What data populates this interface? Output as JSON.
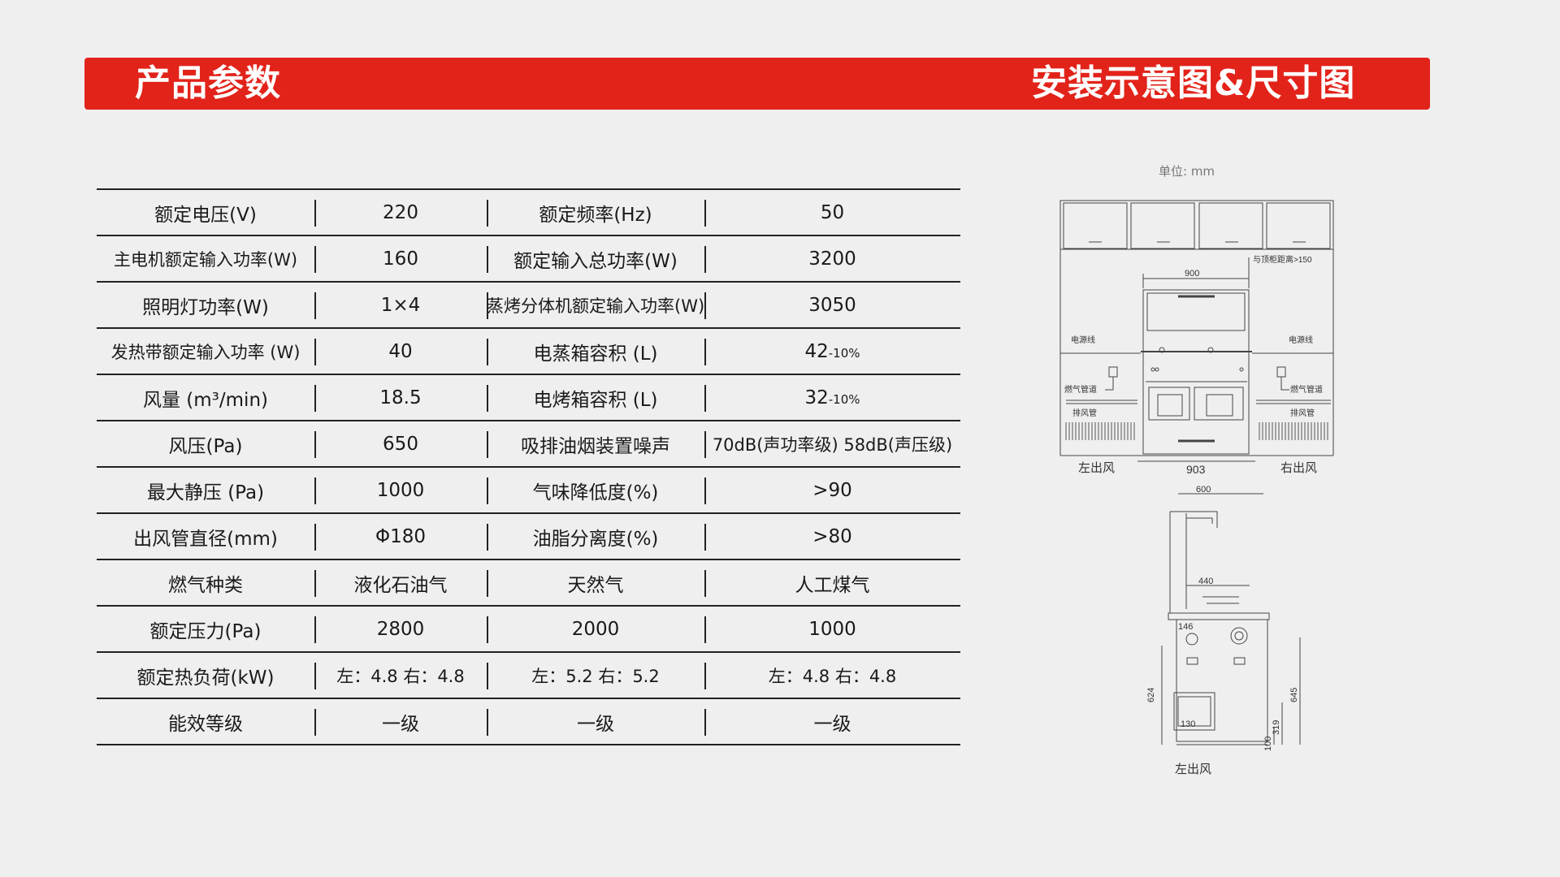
{
  "banner": {
    "left_title": "产品参数",
    "right_title": "安装示意图&尺寸图",
    "color": "#e2231a"
  },
  "spec_table": {
    "rows": [
      {
        "cells": [
          {
            "text": "额定电压(V)"
          },
          {
            "text": "220"
          },
          {
            "text": "额定频率(Hz)"
          },
          {
            "text": "50"
          }
        ]
      },
      {
        "cells": [
          {
            "text": "主电机额定输入功率(W)"
          },
          {
            "text": "160"
          },
          {
            "text": "额定输入总功率(W)"
          },
          {
            "text": "3200"
          }
        ]
      },
      {
        "cells": [
          {
            "text": "照明灯功率(W)"
          },
          {
            "text": "1×4"
          },
          {
            "text": "蒸烤分体机额定输入功率(W)"
          },
          {
            "text": "3050"
          }
        ]
      },
      {
        "cells": [
          {
            "text": "发热带额定输入功率 (W)"
          },
          {
            "text": "40"
          },
          {
            "text": "电蒸箱容积 (L)"
          },
          {
            "text": "42",
            "sub": "-10%"
          }
        ]
      },
      {
        "cells": [
          {
            "text": "风量 (m³/min)"
          },
          {
            "text": "18.5"
          },
          {
            "text": "电烤箱容积 (L)"
          },
          {
            "text": "32",
            "sub": "-10%"
          }
        ]
      },
      {
        "cells": [
          {
            "text": "风压(Pa)"
          },
          {
            "text": "650"
          },
          {
            "text": "吸排油烟装置噪声"
          },
          {
            "text": "70dB(声功率级) 58dB(声压级)"
          }
        ]
      },
      {
        "cells": [
          {
            "text": "最大静压 (Pa)"
          },
          {
            "text": "1000"
          },
          {
            "text": "气味降低度(%)"
          },
          {
            "text": ">90"
          }
        ]
      },
      {
        "cells": [
          {
            "text": "出风管直径(mm)"
          },
          {
            "text": "Φ180"
          },
          {
            "text": "油脂分离度(%)"
          },
          {
            "text": ">80"
          }
        ]
      },
      {
        "cells": [
          {
            "text": "燃气种类"
          },
          {
            "text": "液化石油气"
          },
          {
            "text": "天然气"
          },
          {
            "text": "人工煤气"
          }
        ]
      },
      {
        "cells": [
          {
            "text": "额定压力(Pa)"
          },
          {
            "text": "2800"
          },
          {
            "text": "2000"
          },
          {
            "text": "1000"
          }
        ]
      },
      {
        "cells": [
          {
            "text": "额定热负荷(kW)"
          },
          {
            "text": "左：4.8  右：4.8"
          },
          {
            "text": "左：5.2  右：5.2"
          },
          {
            "text": "左：4.8  右：4.8"
          }
        ]
      },
      {
        "cells": [
          {
            "text": "能效等级"
          },
          {
            "text": "一级"
          },
          {
            "text": "一级"
          },
          {
            "text": "一级"
          }
        ]
      }
    ]
  },
  "drawings": {
    "unit": "单位: mm",
    "front": {
      "width_top": "900",
      "clearance_note": "与顶柜距离>150",
      "power_left": "电源线",
      "power_right": "电源线",
      "gas_left": "燃气管道",
      "gas_right": "燃气管道",
      "exhaust_left": "排风管",
      "exhaust_right": "排风管",
      "width_bottom": "903",
      "outlet_left": "左出风",
      "outlet_right": "右出风"
    },
    "side": {
      "depth": "600",
      "inner_depth": "440",
      "inlet_note": "146",
      "height_total": "624",
      "height_right": "645",
      "height_inner": "319",
      "base": "100",
      "foot": "130",
      "caption": "左出风"
    }
  }
}
